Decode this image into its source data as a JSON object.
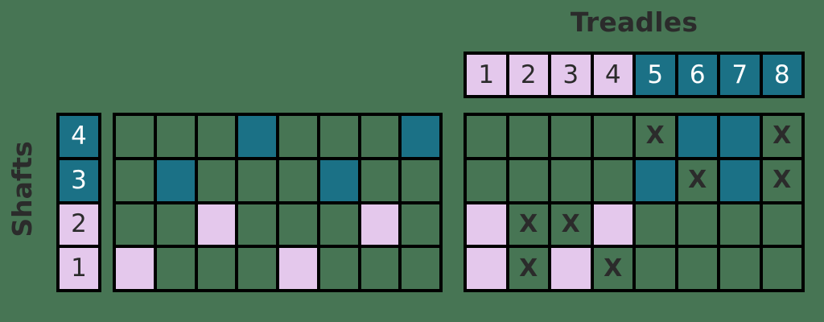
{
  "colors": {
    "background": "#477554",
    "grid_line": "#000000",
    "cell_empty": "#477554",
    "teal": "#1b7186",
    "pink": "#e4c8ec",
    "text_dark": "#2b2b2b",
    "text_light": "#ffffff"
  },
  "treadles": {
    "title": "Treadles",
    "labels": [
      "1",
      "2",
      "3",
      "4",
      "5",
      "6",
      "7",
      "8"
    ],
    "label_colors": [
      "pink",
      "pink",
      "pink",
      "pink",
      "teal",
      "teal",
      "teal",
      "teal"
    ]
  },
  "shafts": {
    "title": "Shafts",
    "labels": [
      "4",
      "3",
      "2",
      "1"
    ],
    "label_colors": [
      "teal",
      "teal",
      "pink",
      "pink"
    ]
  },
  "threading": {
    "rows": 4,
    "cols": 8,
    "row_shafts": [
      "4",
      "3",
      "2",
      "1"
    ],
    "cells": [
      [
        "empty",
        "empty",
        "empty",
        "teal",
        "empty",
        "empty",
        "empty",
        "teal"
      ],
      [
        "empty",
        "teal",
        "empty",
        "empty",
        "empty",
        "teal",
        "empty",
        "empty"
      ],
      [
        "empty",
        "empty",
        "pink",
        "empty",
        "empty",
        "empty",
        "pink",
        "empty"
      ],
      [
        "pink",
        "empty",
        "empty",
        "empty",
        "pink",
        "empty",
        "empty",
        "empty"
      ]
    ],
    "marks": [
      [
        "",
        "",
        "",
        "",
        "",
        "",
        "",
        ""
      ],
      [
        "",
        "",
        "",
        "",
        "",
        "",
        "",
        ""
      ],
      [
        "",
        "",
        "",
        "",
        "",
        "",
        "",
        ""
      ],
      [
        "",
        "",
        "",
        "",
        "",
        "",
        "",
        ""
      ]
    ]
  },
  "tieup": {
    "rows": 4,
    "cols": 8,
    "row_shafts": [
      "4",
      "3",
      "2",
      "1"
    ],
    "col_treadles": [
      "1",
      "2",
      "3",
      "4",
      "5",
      "6",
      "7",
      "8"
    ],
    "cells": [
      [
        "empty",
        "empty",
        "empty",
        "empty",
        "empty",
        "teal",
        "teal",
        "empty"
      ],
      [
        "empty",
        "empty",
        "empty",
        "empty",
        "teal",
        "empty",
        "teal",
        "empty"
      ],
      [
        "pink",
        "empty",
        "empty",
        "pink",
        "empty",
        "empty",
        "empty",
        "empty"
      ],
      [
        "pink",
        "empty",
        "pink",
        "empty",
        "empty",
        "empty",
        "empty",
        "empty"
      ]
    ],
    "marks": [
      [
        "",
        "",
        "",
        "",
        "X",
        "",
        "",
        "X"
      ],
      [
        "",
        "",
        "",
        "",
        "",
        "X",
        "",
        "X"
      ],
      [
        "",
        "X",
        "X",
        "",
        "",
        "",
        "",
        ""
      ],
      [
        "",
        "X",
        "",
        "X",
        "",
        "",
        "",
        ""
      ]
    ]
  }
}
